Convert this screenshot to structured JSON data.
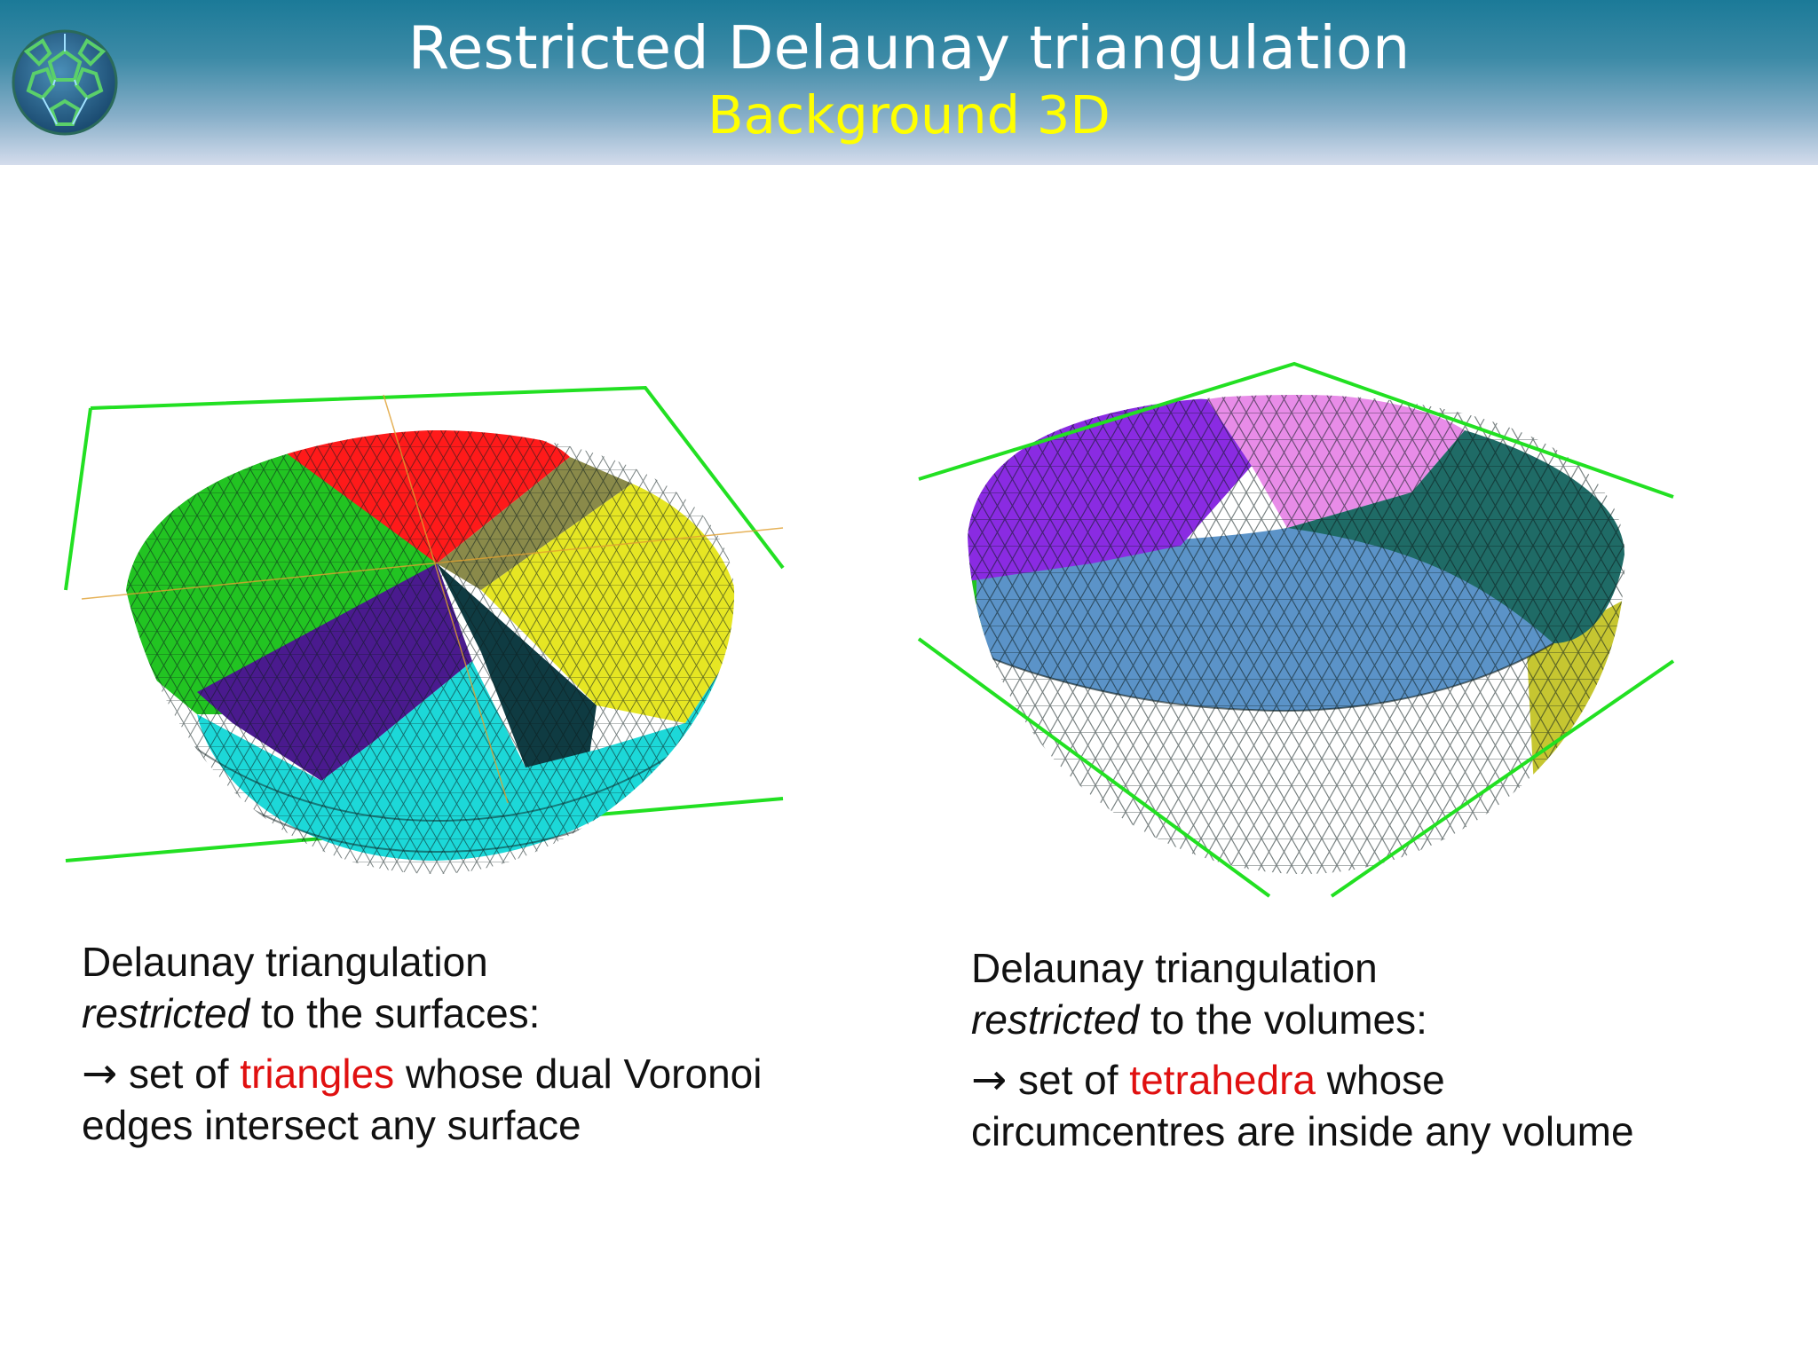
{
  "header": {
    "title": "Restricted Delaunay triangulation",
    "subtitle": "Background 3D",
    "logo_icon": "fullerene-icon"
  },
  "colors": {
    "red": "#ff1a1a",
    "green": "#22d022",
    "yellow": "#e6e623",
    "purple": "#5b1f9e",
    "dark_teal": "#103e45",
    "cyan": "#1ee6e6",
    "violet": "#8a2be2",
    "pink": "#e88ce8",
    "steel_blue": "#5b93c8",
    "teal_green": "#1f6b66",
    "bounding_box": "#22e022",
    "highlight_text": "#e01010"
  },
  "left": {
    "caption": {
      "line1": "Delaunay triangulation",
      "line2_em": "restricted",
      "line2_rest": " to the surfaces:",
      "arrow": "→",
      "line3_pre": " set of ",
      "line3_highlight": "triangles",
      "line3_post": " whose dual Voronoi",
      "line4": "edges intersect any surface"
    }
  },
  "right": {
    "caption": {
      "line1": "Delaunay triangulation",
      "line2_em": "restricted",
      "line2_rest": " to the volumes:",
      "arrow": "→",
      "line3_pre": " set of ",
      "line3_highlight": "tetrahedra",
      "line3_post": " whose",
      "line4": "circumcentres are inside any volume"
    }
  }
}
